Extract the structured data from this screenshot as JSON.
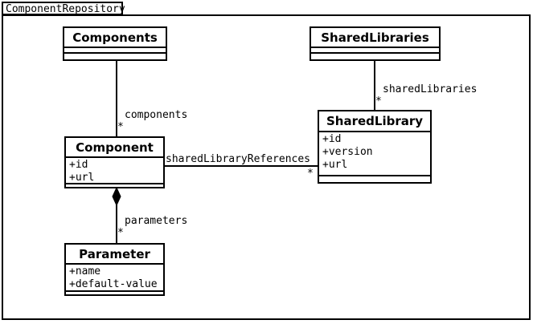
{
  "package": {
    "name": "ComponentRepository"
  },
  "classes": [
    {
      "id": "components",
      "name": "Components",
      "attributes": [],
      "operations": []
    },
    {
      "id": "sharedlibraries",
      "name": "SharedLibraries",
      "attributes": [],
      "operations": []
    },
    {
      "id": "sharedlibrary",
      "name": "SharedLibrary",
      "attributes": [
        "+id",
        "+version",
        "+url"
      ],
      "operations": []
    },
    {
      "id": "component",
      "name": "Component",
      "attributes": [
        "+id",
        "+url"
      ],
      "operations": []
    },
    {
      "id": "parameter",
      "name": "Parameter",
      "attributes": [
        "+name",
        "+default-value"
      ],
      "operations": []
    }
  ],
  "associations": [
    {
      "id": "components-assoc",
      "label": "components",
      "multiplicity": "*",
      "from": "Components",
      "to": "Component",
      "type": "association"
    },
    {
      "id": "sharedlibraries-assoc",
      "label": "sharedLibraries",
      "multiplicity": "*",
      "from": "SharedLibraries",
      "to": "SharedLibrary",
      "type": "association"
    },
    {
      "id": "sharedlibraryreferences-assoc",
      "label": "sharedLibraryReferences",
      "multiplicity": "*",
      "from": "Component",
      "to": "SharedLibrary",
      "type": "association"
    },
    {
      "id": "parameters-assoc",
      "label": "parameters",
      "multiplicity": "*",
      "from": "Component",
      "to": "Parameter",
      "type": "composition"
    }
  ],
  "colors": {
    "stroke": "#000000",
    "background": "#ffffff",
    "text": "#000000"
  }
}
